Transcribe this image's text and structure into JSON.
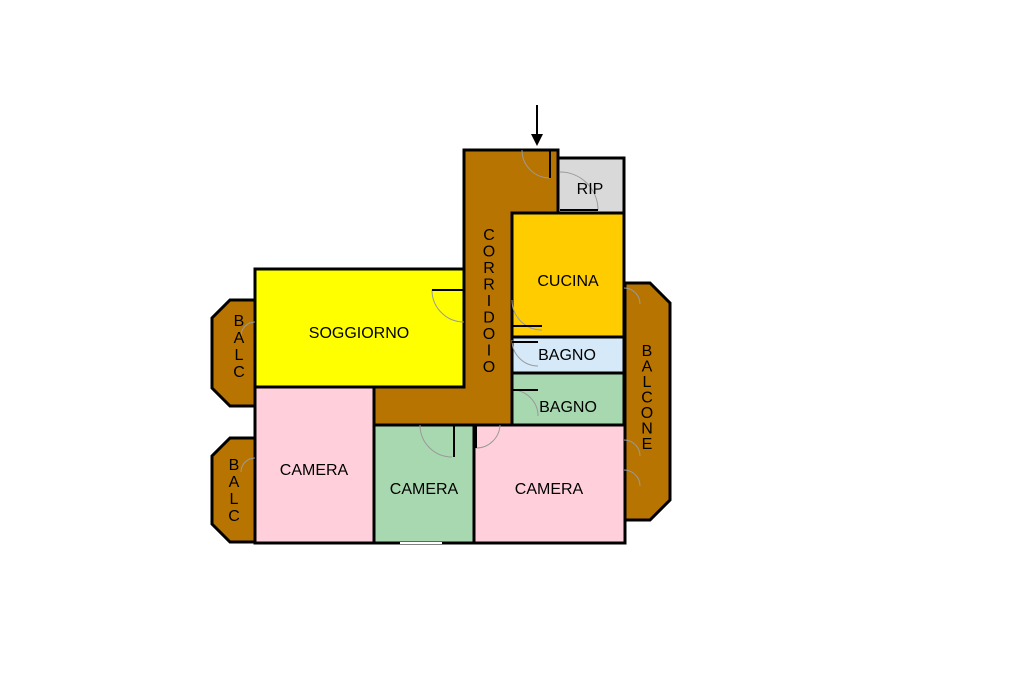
{
  "colors": {
    "corridor": "#b87400",
    "living": "#ffff00",
    "kitchen": "#ffcc00",
    "bath_blue": "#d5e9f8",
    "bath_green": "#a8d8b0",
    "bedroom_pink": "#ffd0dc",
    "bedroom_green": "#a8d8b0",
    "storage": "#d9d9d9",
    "balcony": "#b87400",
    "wall": "#000000"
  },
  "rooms": {
    "corridoio": "CORRIDOIO",
    "rip": "RIP",
    "cucina": "CUCINA",
    "soggiorno": "SOGGIORNO",
    "bagno_1": "BAGNO",
    "bagno_2": "BAGNO",
    "camera_left": "CAMERA",
    "camera_middle": "CAMERA",
    "camera_right": "CAMERA",
    "balc_top": "BALC",
    "balc_bottom": "BALC",
    "balcone": "BALCONE"
  },
  "icons": {
    "entrance": "arrow-down-icon"
  }
}
